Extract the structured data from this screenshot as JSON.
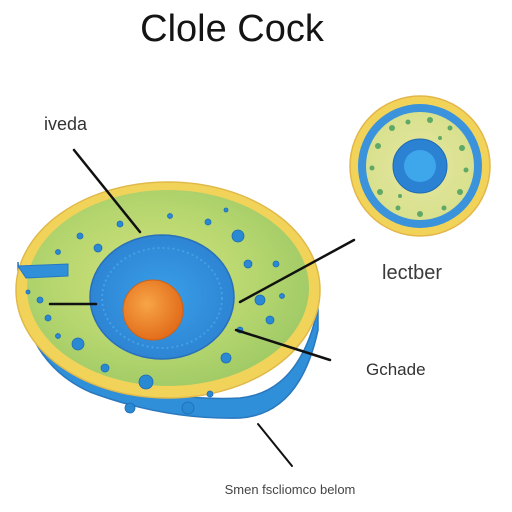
{
  "title": "Clole Cock",
  "labels": {
    "top_left": "iveda",
    "right": "lectber",
    "middle_right": "Gchade",
    "bottom_caption": "Smen fscliomco belom"
  },
  "colors": {
    "cytoplasm": "#a9d06a",
    "membrane_outer": "#f2d35a",
    "base_blue": "#2f8fd8",
    "nucleus_blue": "#2e86d6",
    "nucleolus": "#f0842a",
    "vesicle": "#2a89d3",
    "leader_line": "#111111"
  }
}
